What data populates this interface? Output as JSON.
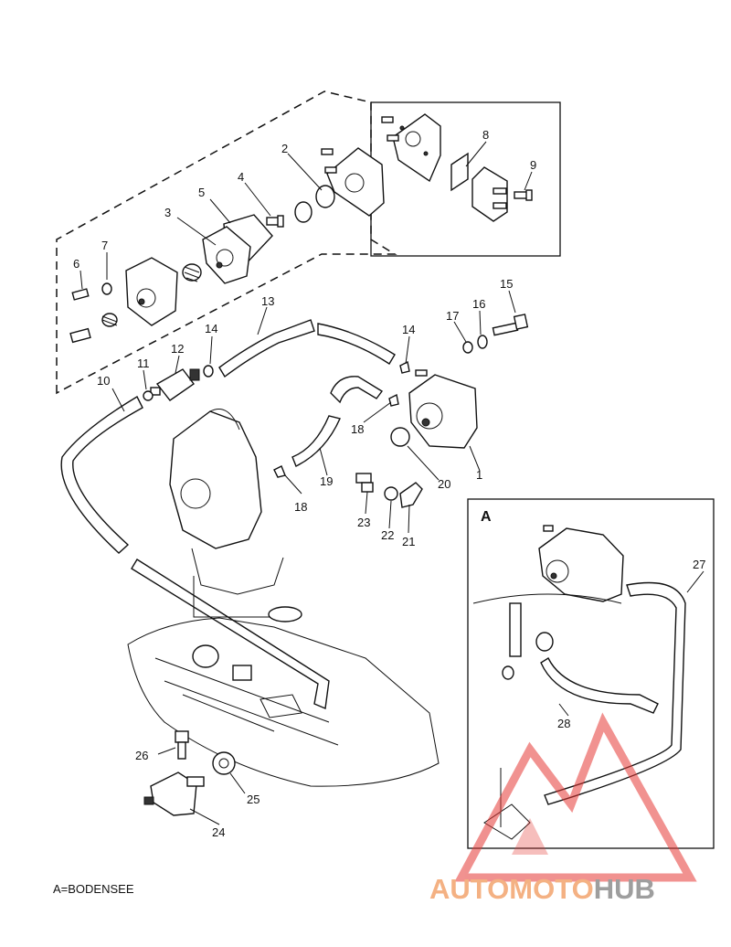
{
  "part_labels": {
    "p1": "1",
    "p2": "2",
    "p3": "3",
    "p4": "4",
    "p5": "5",
    "p6": "6",
    "p7": "7",
    "p8": "8",
    "p9": "9",
    "p10": "10",
    "p11": "11",
    "p12": "12",
    "p13": "13",
    "p14a": "14",
    "p14b": "14",
    "p15": "15",
    "p16": "16",
    "p17": "17",
    "p18a": "18",
    "p18b": "18",
    "p19": "19",
    "p20": "20",
    "p21": "21",
    "p22": "22",
    "p23": "23",
    "p24": "24",
    "p25": "25",
    "p26": "26",
    "p27": "27",
    "p28": "28"
  },
  "detail": {
    "letter": "A"
  },
  "footnote": "A=BODENSEE",
  "watermark": {
    "part1": "AUTOMOTO",
    "part2": "HUB",
    "color_primary": "#f4b183",
    "color_secondary": "#9e9e9e",
    "logo_color": "#e53935"
  }
}
